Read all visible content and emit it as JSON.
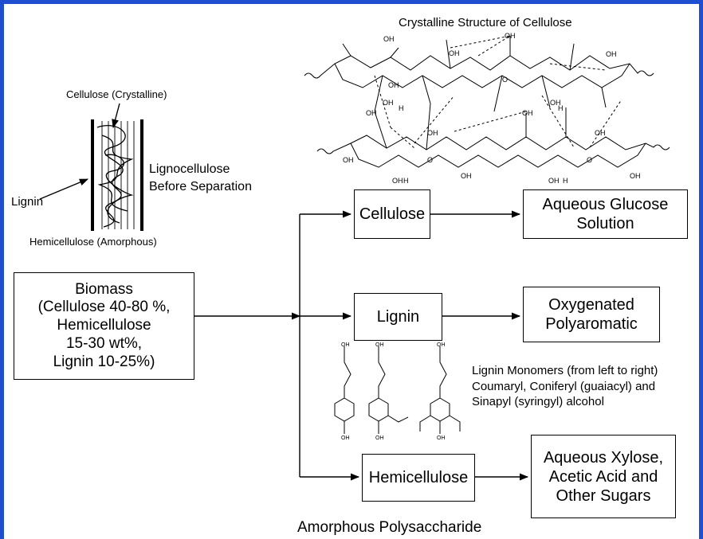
{
  "title": "Crystalline Structure of Cellulose",
  "lignocellulose": {
    "cellulose_label": "Cellulose (Crystalline)",
    "lignin_label": "Lignin",
    "main_label": "Lignocellulose\nBefore Separation",
    "hemicellulose_label": "Hemicellulose (Amorphous)"
  },
  "boxes": {
    "biomass": "Biomass\n(Cellulose 40-80 %,\nHemicellulose\n15-30 wt%,\nLignin 10-25%)",
    "cellulose": "Cellulose",
    "glucose": "Aqueous Glucose\nSolution",
    "lignin": "Lignin",
    "polyaromatic": "Oxygenated\nPolyaromatic",
    "hemicellulose": "Hemicellulose",
    "xylose": "Aqueous Xylose,\nAcetic Acid and\nOther Sugars"
  },
  "monomers_caption": "Lignin Monomers (from left to right)\nCoumaryl, Coniferyl (guaiacyl) and\nSinapyl (syringyl) alcohol",
  "footer": "Amorphous Polysaccharide",
  "chem": {
    "oh": "OH",
    "h": "H",
    "o": "O"
  }
}
